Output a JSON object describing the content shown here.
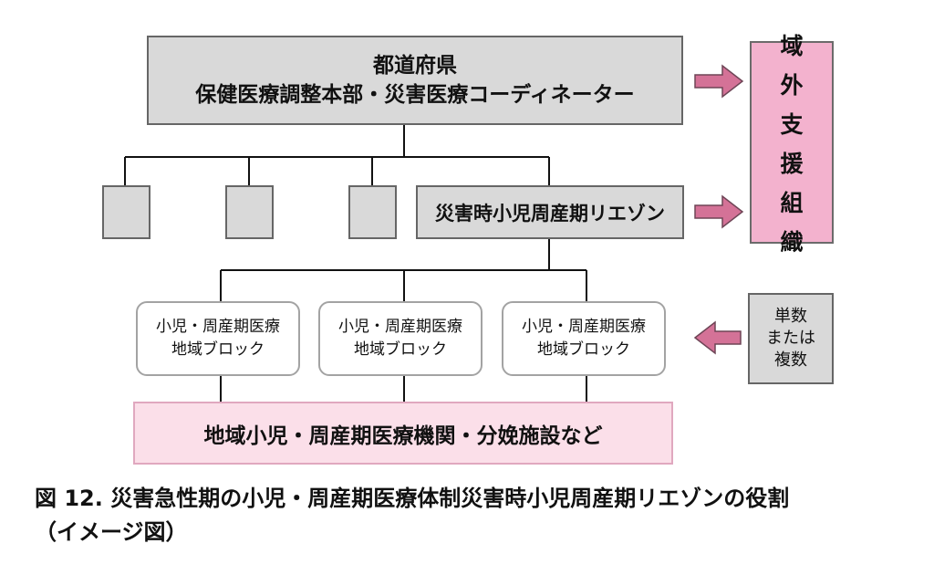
{
  "hq": {
    "line1": "都道府県",
    "line2": "保健医療調整本部・災害医療コーディネーター"
  },
  "liaison": {
    "label": "災害時小児周産期リエゾン"
  },
  "outside_support": {
    "chars": [
      "域",
      "外",
      "支",
      "援",
      "組",
      "織"
    ]
  },
  "blocks": [
    {
      "line1": "小児・周産期医療",
      "line2": "地域ブロック"
    },
    {
      "line1": "小児・周産期医療",
      "line2": "地域ブロック"
    },
    {
      "line1": "小児・周産期医療",
      "line2": "地域ブロック"
    }
  ],
  "count_box": {
    "line1": "単数",
    "line2": "または",
    "line3": "複数"
  },
  "institutions": {
    "label": "地域小児・周産期医療機関・分娩施設など"
  },
  "caption": {
    "line1": "図 12.  災害急性期の小児・周産期医療体制災害時小児周産期リエゾンの役割",
    "line2": "（イメージ図）"
  },
  "colors": {
    "gray_box": "#d9d9d9",
    "pink_box": "#f3b2ce",
    "light_pink_box": "#fbdfe9",
    "arrow": "#d47297"
  }
}
